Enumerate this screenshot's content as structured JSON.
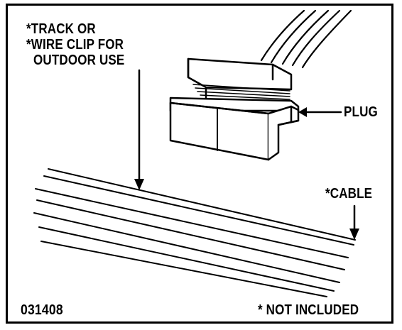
{
  "labels": {
    "track_line1": "*TRACK OR",
    "track_line2": "*WIRE CLIP FOR",
    "track_line3": "OUTDOOR USE",
    "plug": "PLUG",
    "cable": "*CABLE",
    "figure_code": "031408",
    "footnote": "* NOT INCLUDED"
  },
  "colors": {
    "ink": "#000000",
    "background": "#ffffff"
  }
}
